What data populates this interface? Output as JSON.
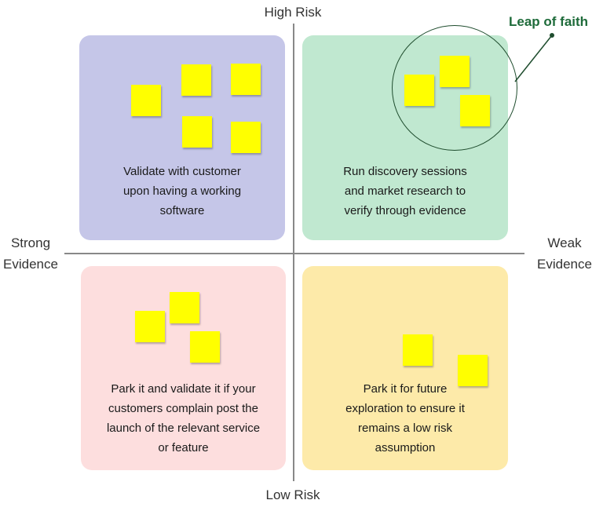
{
  "axes": {
    "top": "High Risk",
    "bottom": "Low Risk",
    "left": [
      "Strong",
      "Evidence"
    ],
    "right": [
      "Weak",
      "Evidence"
    ]
  },
  "quadrants": {
    "top_left": {
      "lines": [
        "Validate with customer",
        "upon having a working",
        "software"
      ],
      "sticky_notes": 5
    },
    "top_right": {
      "lines": [
        "Run discovery sessions",
        "and market research to",
        "verify through evidence"
      ],
      "sticky_notes": 3
    },
    "bottom_left": {
      "lines": [
        "Park it and validate it if your",
        "customers complain post the",
        "launch of the relevant service",
        "or feature"
      ],
      "sticky_notes": 3
    },
    "bottom_right": {
      "lines": [
        "Park it for future",
        "exploration to ensure it",
        "remains a low risk",
        "assumption"
      ],
      "sticky_notes": 2
    }
  },
  "callout": {
    "label": "Leap of faith"
  },
  "colors": {
    "top_left": "#c5c6e8",
    "top_right": "#c0e8d0",
    "bottom_left": "#fddede",
    "bottom_right": "#fdeaa9",
    "sticky_note": "#ffff00",
    "callout": "#1e6b3a"
  }
}
